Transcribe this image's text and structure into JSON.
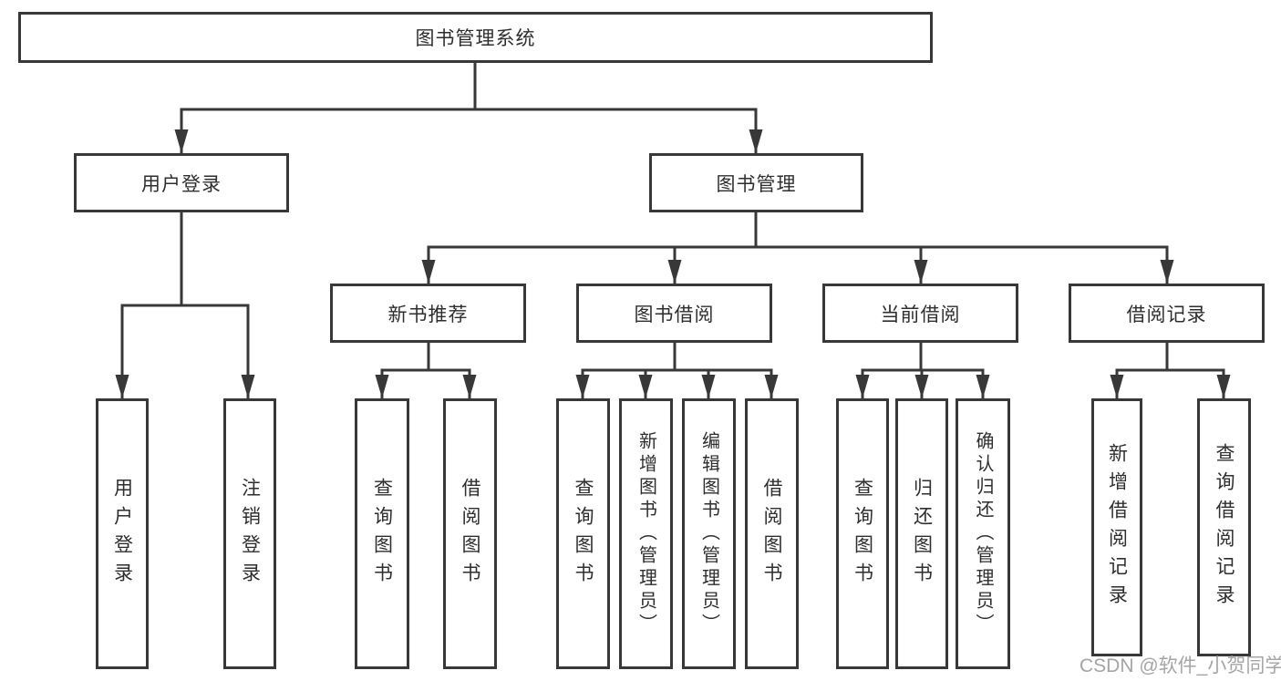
{
  "diagram": {
    "root": "图书管理系统",
    "branches": {
      "user_login": "用户登录",
      "book_management": "图书管理"
    },
    "modules": {
      "new_book_recommend": "新书推荐",
      "book_borrow": "图书借阅",
      "current_borrow": "当前借阅",
      "borrow_records": "借阅记录"
    },
    "leaves": {
      "user_login": [
        "用户登录",
        "注销登录"
      ],
      "new_book_recommend": [
        "查询图书",
        "借阅图书"
      ],
      "book_borrow": [
        "查询图书",
        "新增图书（管理员）",
        "编辑图书（管理员）",
        "借阅图书"
      ],
      "current_borrow": [
        "查询图书",
        "归还图书",
        "确认归还（管理员）"
      ],
      "borrow_records": [
        "新增借阅记录",
        "查询借阅记录"
      ]
    }
  },
  "watermark": "CSDN @软件_小贺同学",
  "colors": {
    "line": "#383838",
    "text": "#2e2e2e",
    "watermark": "#a5a5a5",
    "background": "#ffffff"
  }
}
